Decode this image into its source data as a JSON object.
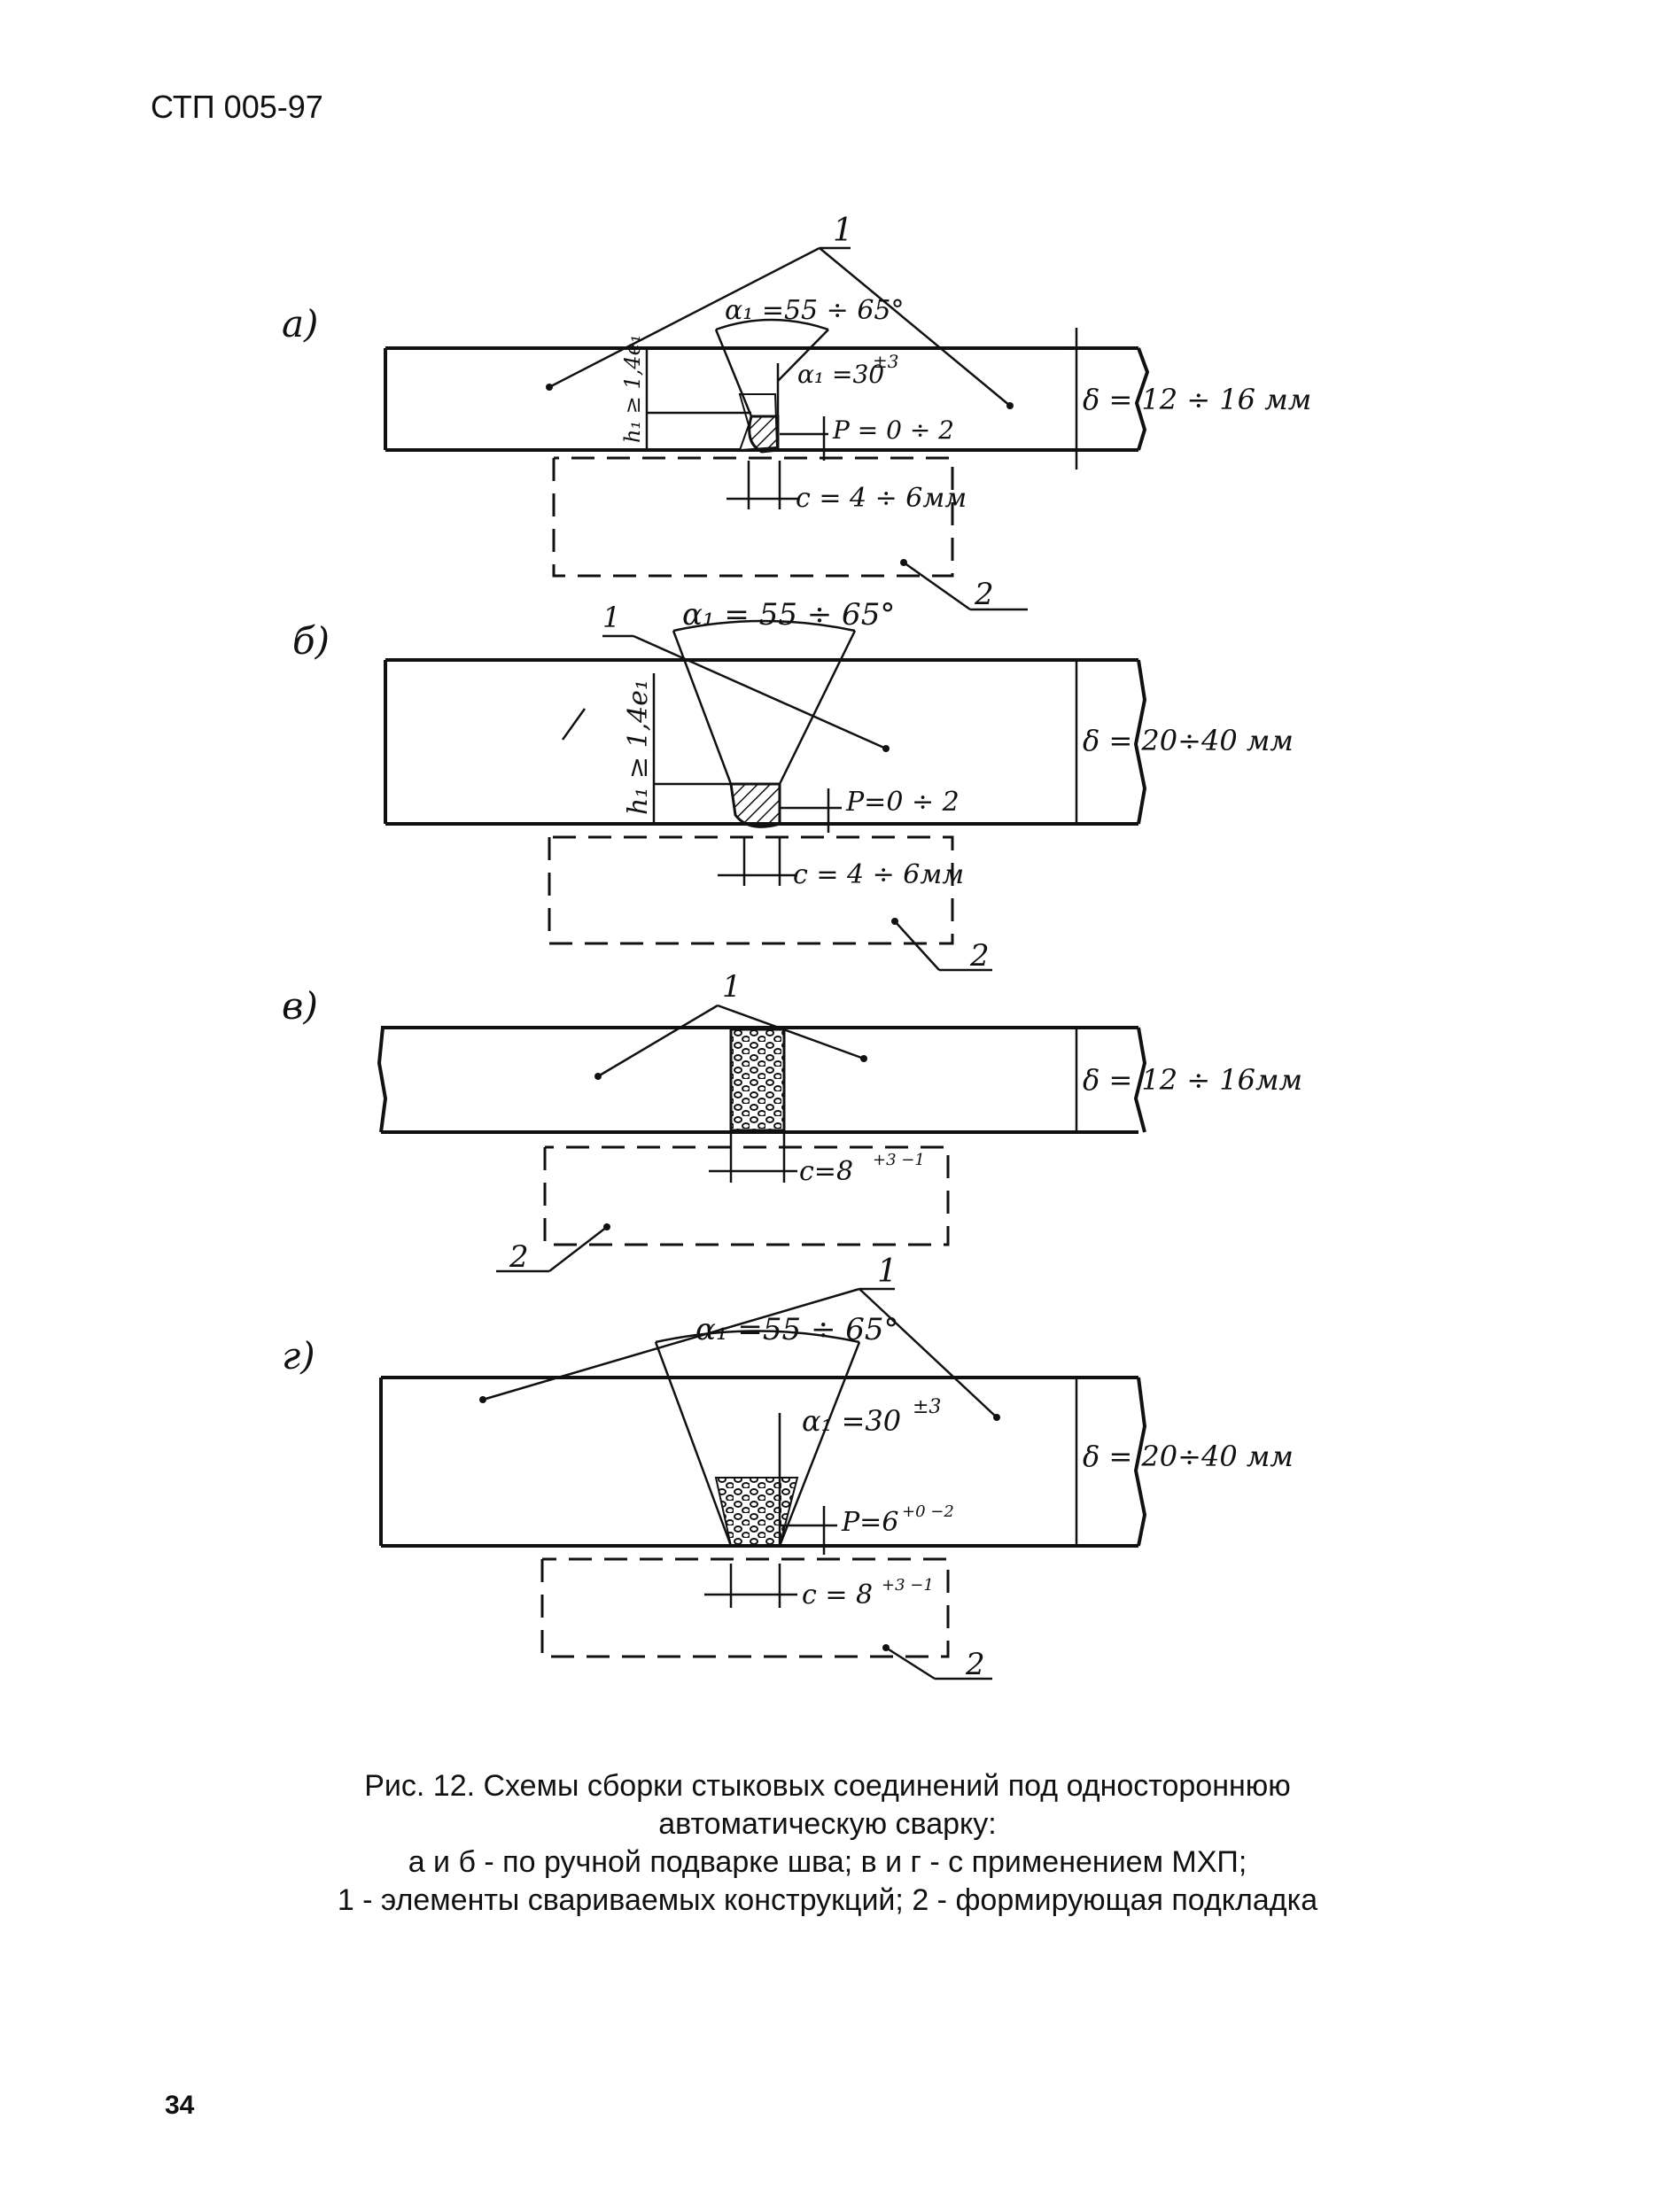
{
  "header": {
    "code": "СТП 005-97"
  },
  "page_number": "34",
  "figures": {
    "a": {
      "label": "а)",
      "angle": "α₁ =55 ÷ 65°",
      "bevel": "α₁ =30",
      "bevel_tol": "±3",
      "root_height": "h₁ ≥ 1,4e₁",
      "root_face": "P = 0 ÷ 2",
      "gap": "c = 4 ÷ 6мм",
      "thickness": "δ = 12 ÷ 16 мм",
      "item1": "1",
      "item2": "2"
    },
    "b": {
      "label": "б)",
      "angle": "α₁ = 55 ÷ 65°",
      "root_height": "h₁ ≥ 1,4e₁",
      "root_face": "P=0 ÷ 2",
      "gap": "c = 4 ÷ 6мм",
      "thickness": "δ = 20÷40 мм",
      "item1": "1",
      "item2": "2"
    },
    "c": {
      "label": "в)",
      "gap": "c=8",
      "gap_tol": "+3 −1",
      "thickness": "δ = 12 ÷ 16мм",
      "item1": "1",
      "item2": "2"
    },
    "d": {
      "label": "г)",
      "angle": "α₁ =55 ÷ 65°",
      "bevel": "α₁ =30",
      "bevel_tol": "±3",
      "root_face": "P=6",
      "root_face_tol": "+0 −2",
      "gap": "c = 8",
      "gap_tol": "+3 −1",
      "thickness": "δ = 20÷40 мм",
      "item1": "1",
      "item2": "2"
    }
  },
  "caption": {
    "line1": "Рис. 12. Схемы сборки стыковых соединений под одностороннюю",
    "line2": "автоматическую сварку:",
    "line3": "а и б - по ручной подварке шва; в и г - с применением МХП;",
    "line4": "1 - элементы свариваемых конструкций; 2 - формирующая подкладка"
  }
}
